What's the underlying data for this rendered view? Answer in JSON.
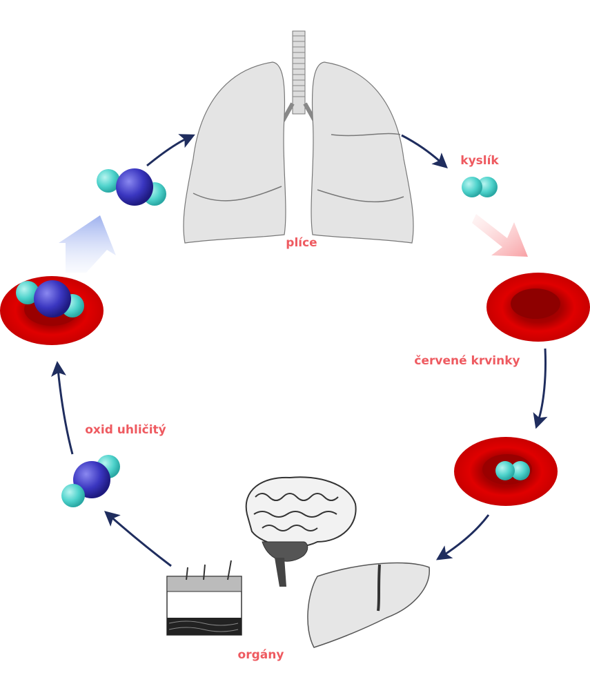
{
  "labels": {
    "lungs": "plíce",
    "oxygen": "kyslík",
    "red_blood_cells": "červené krvinky",
    "carbon_dioxide": "oxid uhličitý",
    "organs": "orgány"
  },
  "colors": {
    "label": "#ee5a60",
    "arrow": "#1f2d5e",
    "cell": "#d10000",
    "oxygen": "#5ed8d2",
    "carbon": "#3a36c0",
    "organ_fill": "#e6e6e6"
  }
}
